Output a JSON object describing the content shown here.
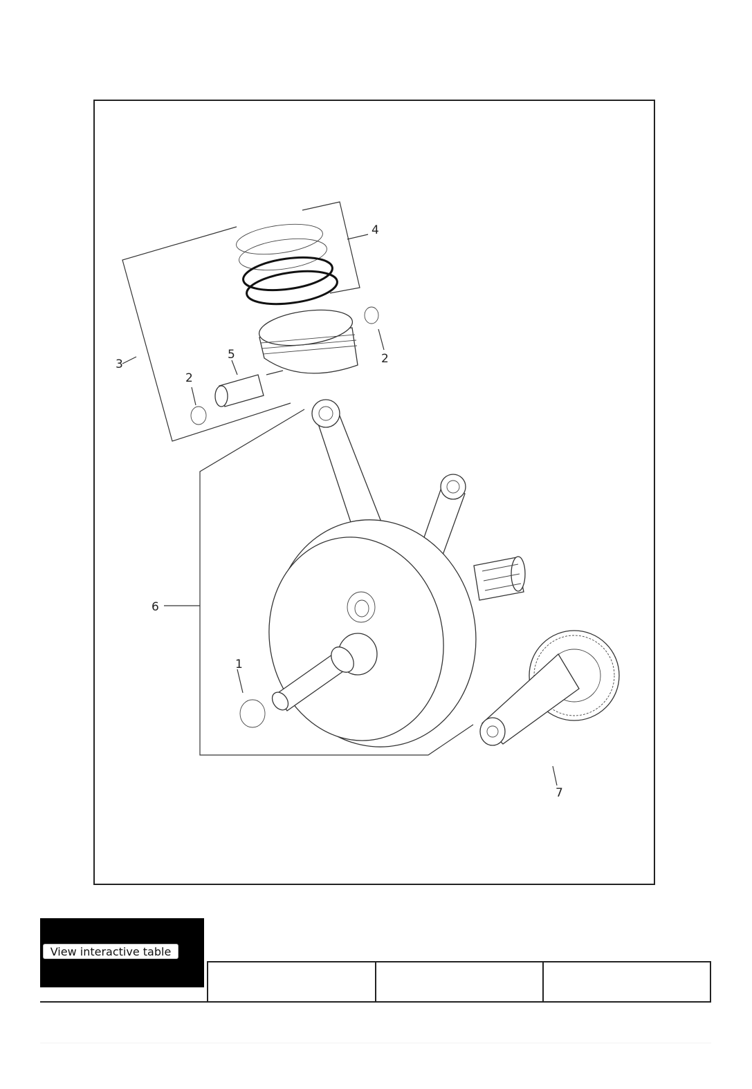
{
  "diagram": {
    "callouts": [
      "1",
      "2",
      "2",
      "3",
      "4",
      "5",
      "6",
      "7"
    ]
  },
  "table": {
    "button_label": "View interactive table",
    "columns": [
      "",
      "",
      "",
      ""
    ]
  }
}
